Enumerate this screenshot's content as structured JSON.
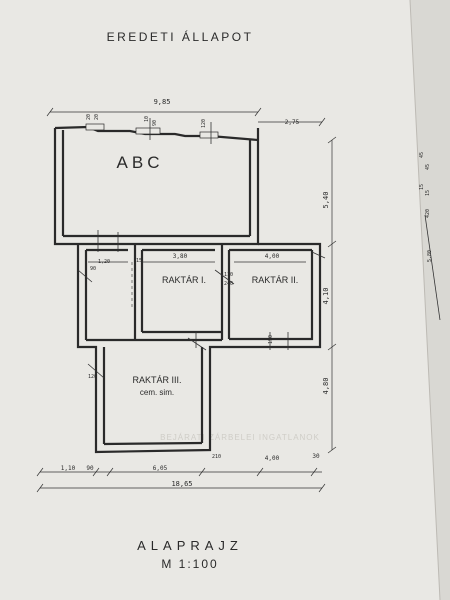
{
  "header": {
    "title": "EREDETI ÁLLAPOT"
  },
  "footer": {
    "title": "ALAPRAJZ",
    "scale": "M 1:100"
  },
  "rooms": {
    "abc": "ABC",
    "raktar1": "RAKTÁR I.",
    "raktar2": "RAKTÁR II.",
    "raktar3": "RAKTÁR III.",
    "raktar3_floor": "cem. sim."
  },
  "dimensions": {
    "top_main": "9,85",
    "top_right": "2,75",
    "right_upper": "5,40",
    "right_mid": "4,10",
    "right_lower": "4,80",
    "raktar1_width": "3,80",
    "raktar2_width": "4,00",
    "bottom_a": "1,10",
    "bottom_b": "90",
    "bottom_c": "6,05",
    "bottom_d": "4,00",
    "bottom_e": "30",
    "bottom_total": "18,65",
    "misc": [
      "20",
      "20",
      "10",
      "90",
      "120",
      "1,20",
      "15",
      "110",
      "240",
      "150",
      "90",
      "120",
      "210"
    ]
  },
  "right_page_marks": [
    "45",
    "45",
    "15",
    "15",
    "420",
    "5,80"
  ],
  "watermark": "BEJÁRATI ZÁRBELEI INGATLANOK"
}
